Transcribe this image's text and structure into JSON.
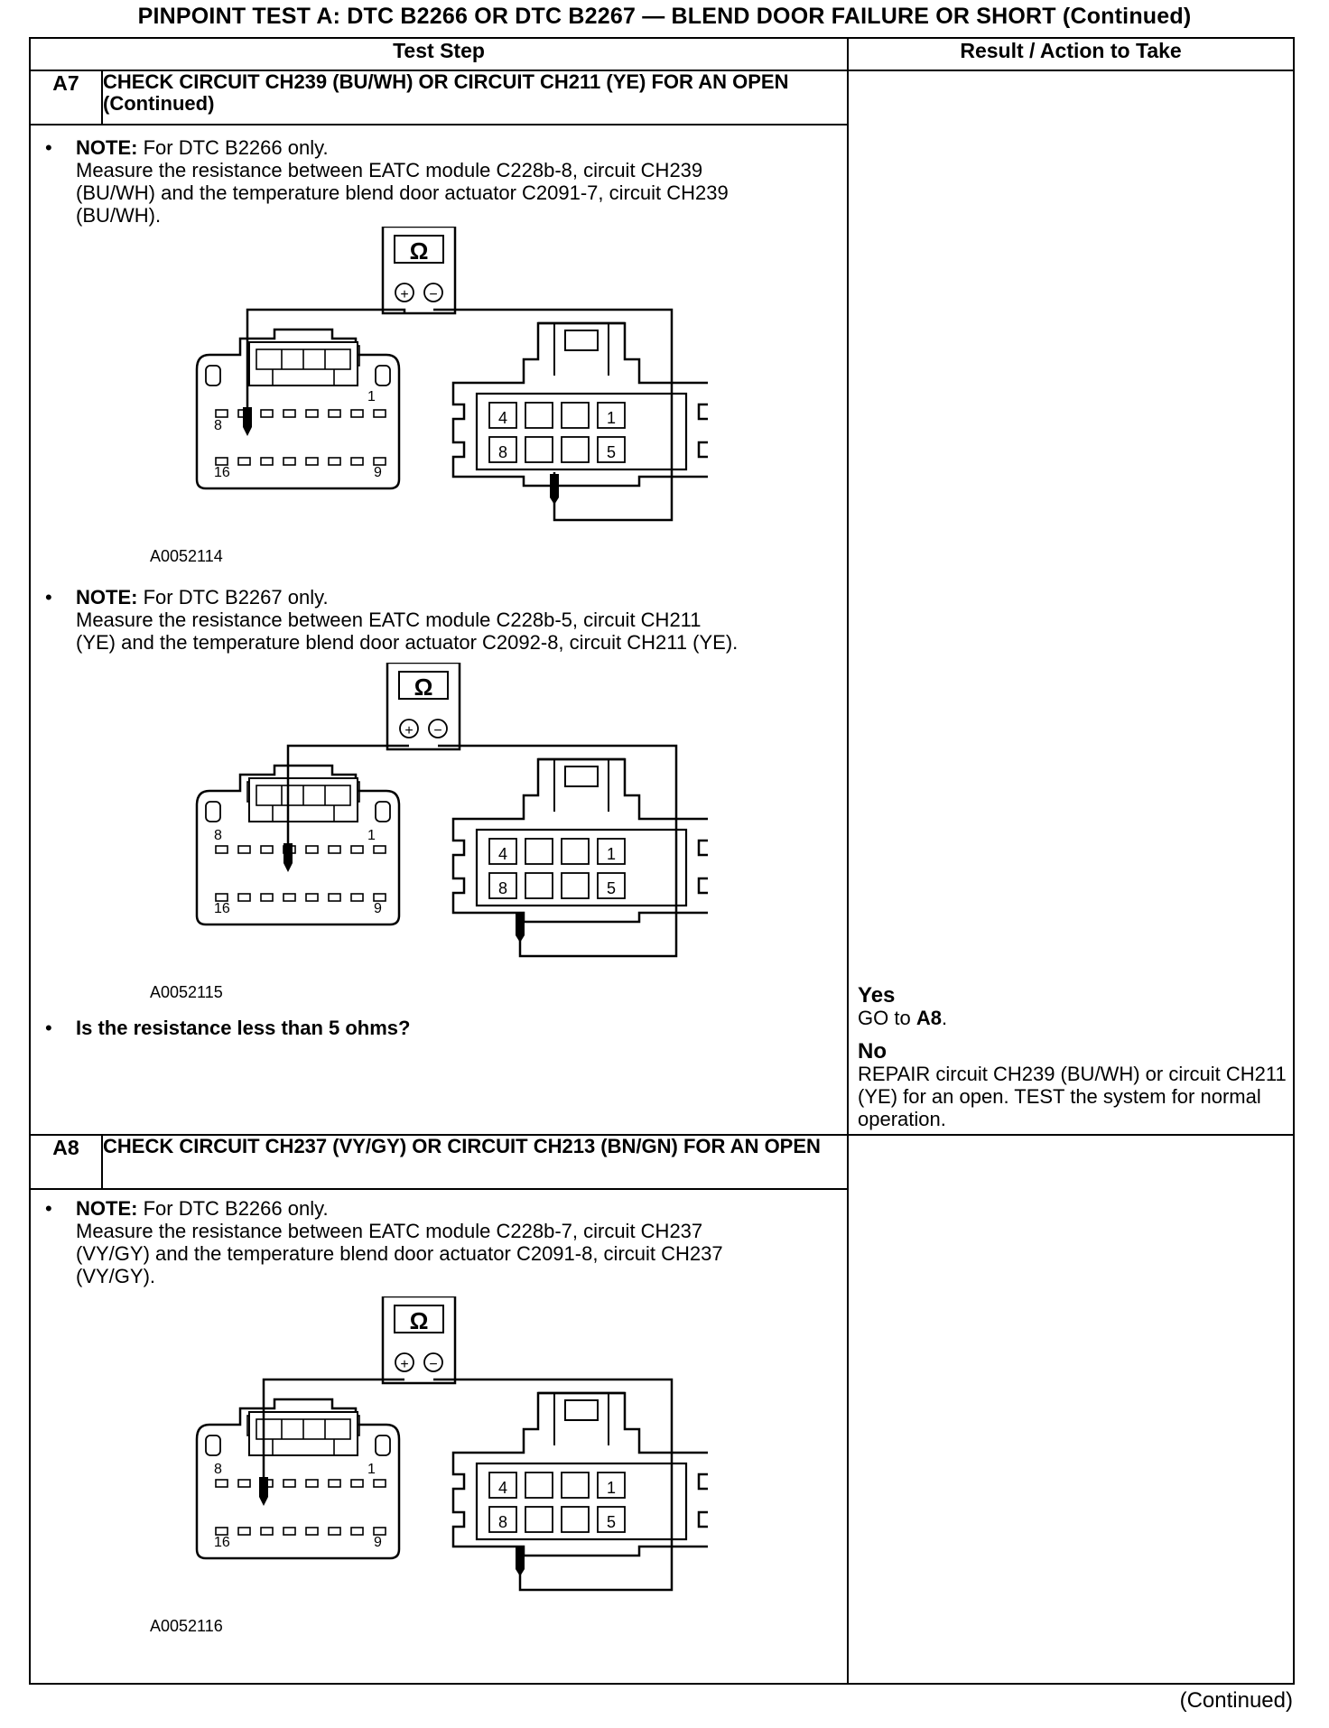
{
  "title": "PINPOINT TEST  A: DTC B2266 OR DTC B2267 — BLEND DOOR FAILURE OR SHORT (Continued)",
  "columns": {
    "step": "Test Step",
    "result": "Result / Action to Take"
  },
  "steps": [
    {
      "id": "A7",
      "title": "CHECK CIRCUIT CH239 (BU/WH) OR CIRCUIT CH211 (YE) FOR AN OPEN (Continued)",
      "items": [
        {
          "note_label": "NOTE:",
          "note_text": "For DTC B2266 only.",
          "text": "Measure the resistance between EATC module C228b-8, circuit CH239 (BU/WH) and the temperature blend door actuator C2091-7, circuit CH239 (BU/WH).",
          "figure_id": "A0052114"
        },
        {
          "note_label": "NOTE:",
          "note_text": "For DTC B2267 only.",
          "text": "Measure the resistance between EATC module C228b-5, circuit CH211 (YE) and the temperature blend door actuator C2092-8, circuit CH211 (YE).",
          "figure_id": "A0052115"
        }
      ],
      "question": "Is the resistance less than 5 ohms?",
      "results": {
        "yes_label": "Yes",
        "yes_prefix": "GO to ",
        "yes_target": "A8",
        "yes_suffix": ".",
        "no_label": "No",
        "no_text": "REPAIR circuit CH239 (BU/WH) or circuit CH211 (YE) for an open. TEST the system for normal operation."
      }
    },
    {
      "id": "A8",
      "title": "CHECK CIRCUIT CH237 (VY/GY) OR CIRCUIT CH213 (BN/GN) FOR AN OPEN",
      "items": [
        {
          "note_label": "NOTE:",
          "note_text": "For DTC B2266 only.",
          "text": "Measure the resistance between EATC module C228b-7, circuit CH237 (VY/GY) and the temperature blend door actuator C2091-8, circuit CH237 (VY/GY).",
          "figure_id": "A0052116"
        }
      ]
    }
  ],
  "diagram_labels": {
    "ohm": "Ω",
    "plus": "+",
    "minus": "−",
    "pin_8": "8",
    "pin_1": "1",
    "pin_16": "16",
    "pin_9": "9",
    "act_4": "4",
    "act_1": "1",
    "act_8": "8",
    "act_5": "5"
  },
  "bullet_char": "•",
  "footer": "(Continued)"
}
